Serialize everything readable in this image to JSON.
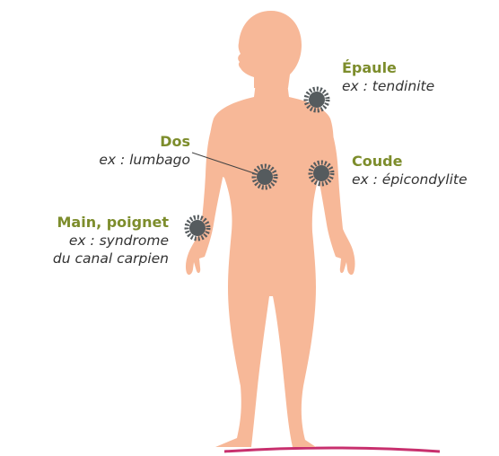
{
  "colors": {
    "skin": "#f7b898",
    "title_green": "#7d8d2c",
    "text_dark": "#333333",
    "pain_marker": "#555b5e",
    "floor_accent": "#c8306e"
  },
  "pain_points": [
    {
      "title": "Épaule",
      "example": "ex : tendinite",
      "icon": "pain-burst-icon"
    },
    {
      "title": "Dos",
      "example": "ex : lumbago",
      "icon": "pain-burst-icon"
    },
    {
      "title": "Coude",
      "example": "ex : épicondylite",
      "icon": "pain-burst-icon"
    },
    {
      "title": "Main, poignet",
      "example_line1": "ex : syndrome",
      "example_line2": "du canal carpien",
      "icon": "pain-burst-icon"
    }
  ]
}
